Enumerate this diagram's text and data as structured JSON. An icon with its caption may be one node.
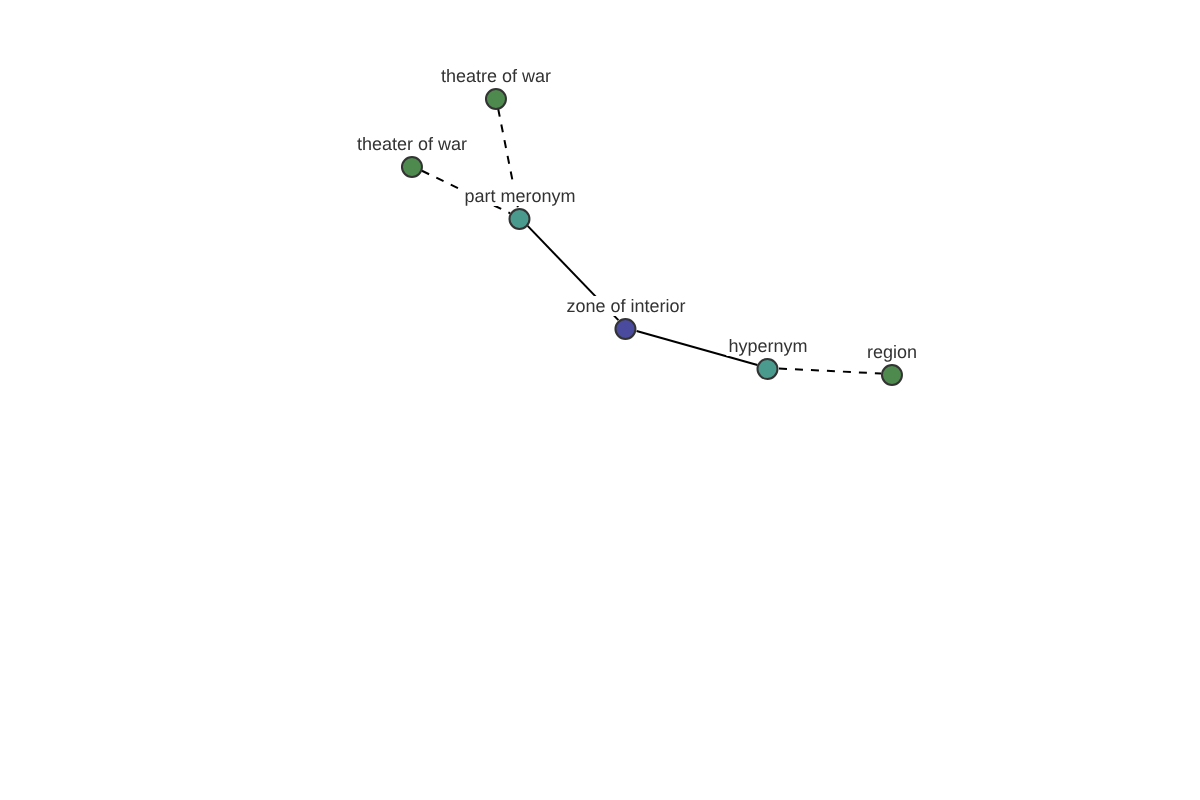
{
  "diagram": {
    "nodes": [
      {
        "text": [
          "theatre of war"
        ]
      },
      {
        "text": [
          "theater of war"
        ]
      },
      {
        "text": [
          "part meronym"
        ]
      },
      {
        "text": [
          "zone of interior"
        ]
      },
      {
        "text": [
          "hypernym"
        ]
      },
      {
        "text": [
          "region"
        ]
      }
    ],
    "edges": [
      {
        "from": 0,
        "to": 2,
        "arrow": "none",
        "style": "dashed"
      },
      {
        "from": 1,
        "to": 2,
        "arrow": "none",
        "style": "dashed"
      },
      {
        "from": 2,
        "to": 3,
        "arrow": "none"
      },
      {
        "from": 3,
        "to": 4,
        "arrow": "none"
      },
      {
        "from": 4,
        "to": 5,
        "arrow": "none",
        "style": "dashed"
      }
    ]
  }
}
